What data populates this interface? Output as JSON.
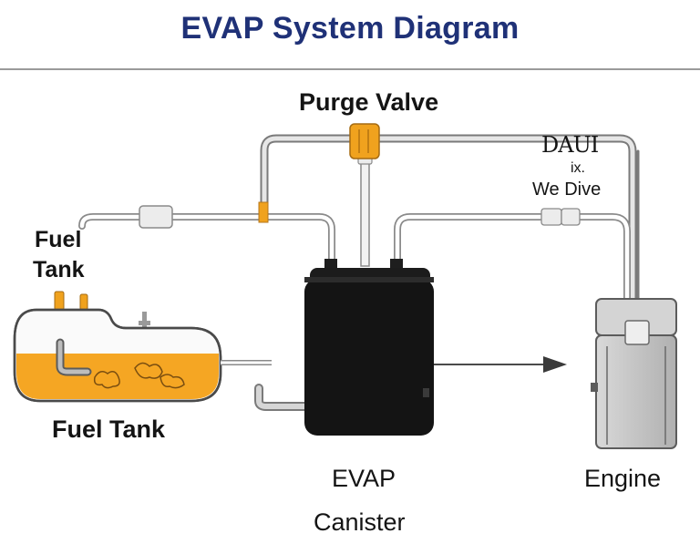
{
  "title": "EVAP System Diagram",
  "labels": {
    "purge_valve": "Purge Valve",
    "fuel_tank_upper_line1": "Fuel",
    "fuel_tank_upper_line2": "Tank",
    "fuel_tank": "Fuel Tank",
    "evap_line1": "EVAP",
    "evap_line2": "Canister",
    "engine": "Engine",
    "garbled_1": "DAUI",
    "garbled_2": "ix.",
    "garbled_3": "We Dive"
  },
  "colors": {
    "title": "#1f3177",
    "fuel": "#f5a623",
    "valve": "#f0a21e",
    "canister": "#141414",
    "engine": "#cfcfcf",
    "pipe": "#9a9a9a"
  }
}
